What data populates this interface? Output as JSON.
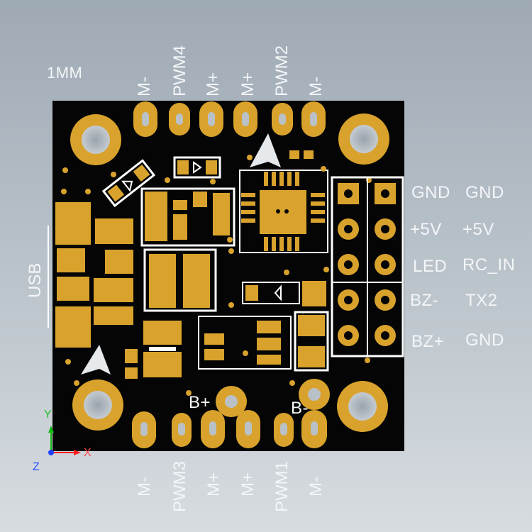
{
  "scale_label": "1MM",
  "usb_label": "USB",
  "top_pads": [
    "M-",
    "PWM4",
    "M+",
    "M+",
    "PWM2",
    "M-"
  ],
  "bottom_pads": [
    "M-",
    "PWM3",
    "M+",
    "M+",
    "PWM1",
    "M-"
  ],
  "battery": {
    "positive": "B+",
    "negative": "B-"
  },
  "header_left": [
    "GND",
    "+5V",
    "LED",
    "BZ-",
    "BZ+"
  ],
  "header_right": [
    "GND",
    "+5V",
    "RC_IN",
    "TX2",
    "GND"
  ],
  "axes": {
    "x": "X",
    "y": "Y",
    "z": "Z"
  },
  "colors": {
    "board": "#050505",
    "copper": "#d8a22c",
    "silk": "#ffffff",
    "axis_x": "#ff2020",
    "axis_y": "#16b816",
    "axis_z": "#2040ff"
  }
}
